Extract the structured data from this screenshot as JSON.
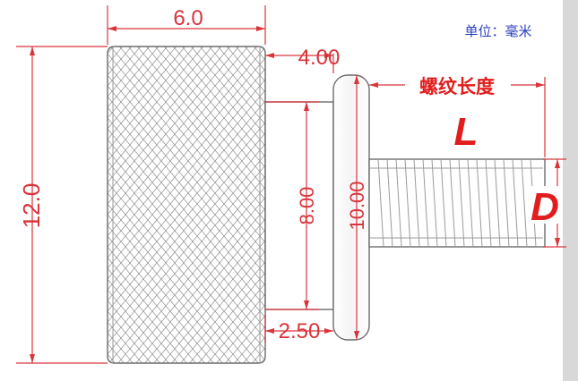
{
  "unit_label": "单位：毫米",
  "thread_length_label": "螺纹长度",
  "length_symbol": "L",
  "diameter_symbol": "D",
  "dimensions": {
    "knurl_length": "6.0",
    "neck_length": "4.00",
    "overall_diameter": "12.0",
    "neck_diameter": "8.00",
    "flange_diameter": "10.00",
    "flange_thickness": "2.50"
  },
  "colors": {
    "dimension": "#d9343a",
    "unit_text": "#2a3fbf",
    "outline": "#6b6b6b",
    "background": "#ffffff"
  }
}
